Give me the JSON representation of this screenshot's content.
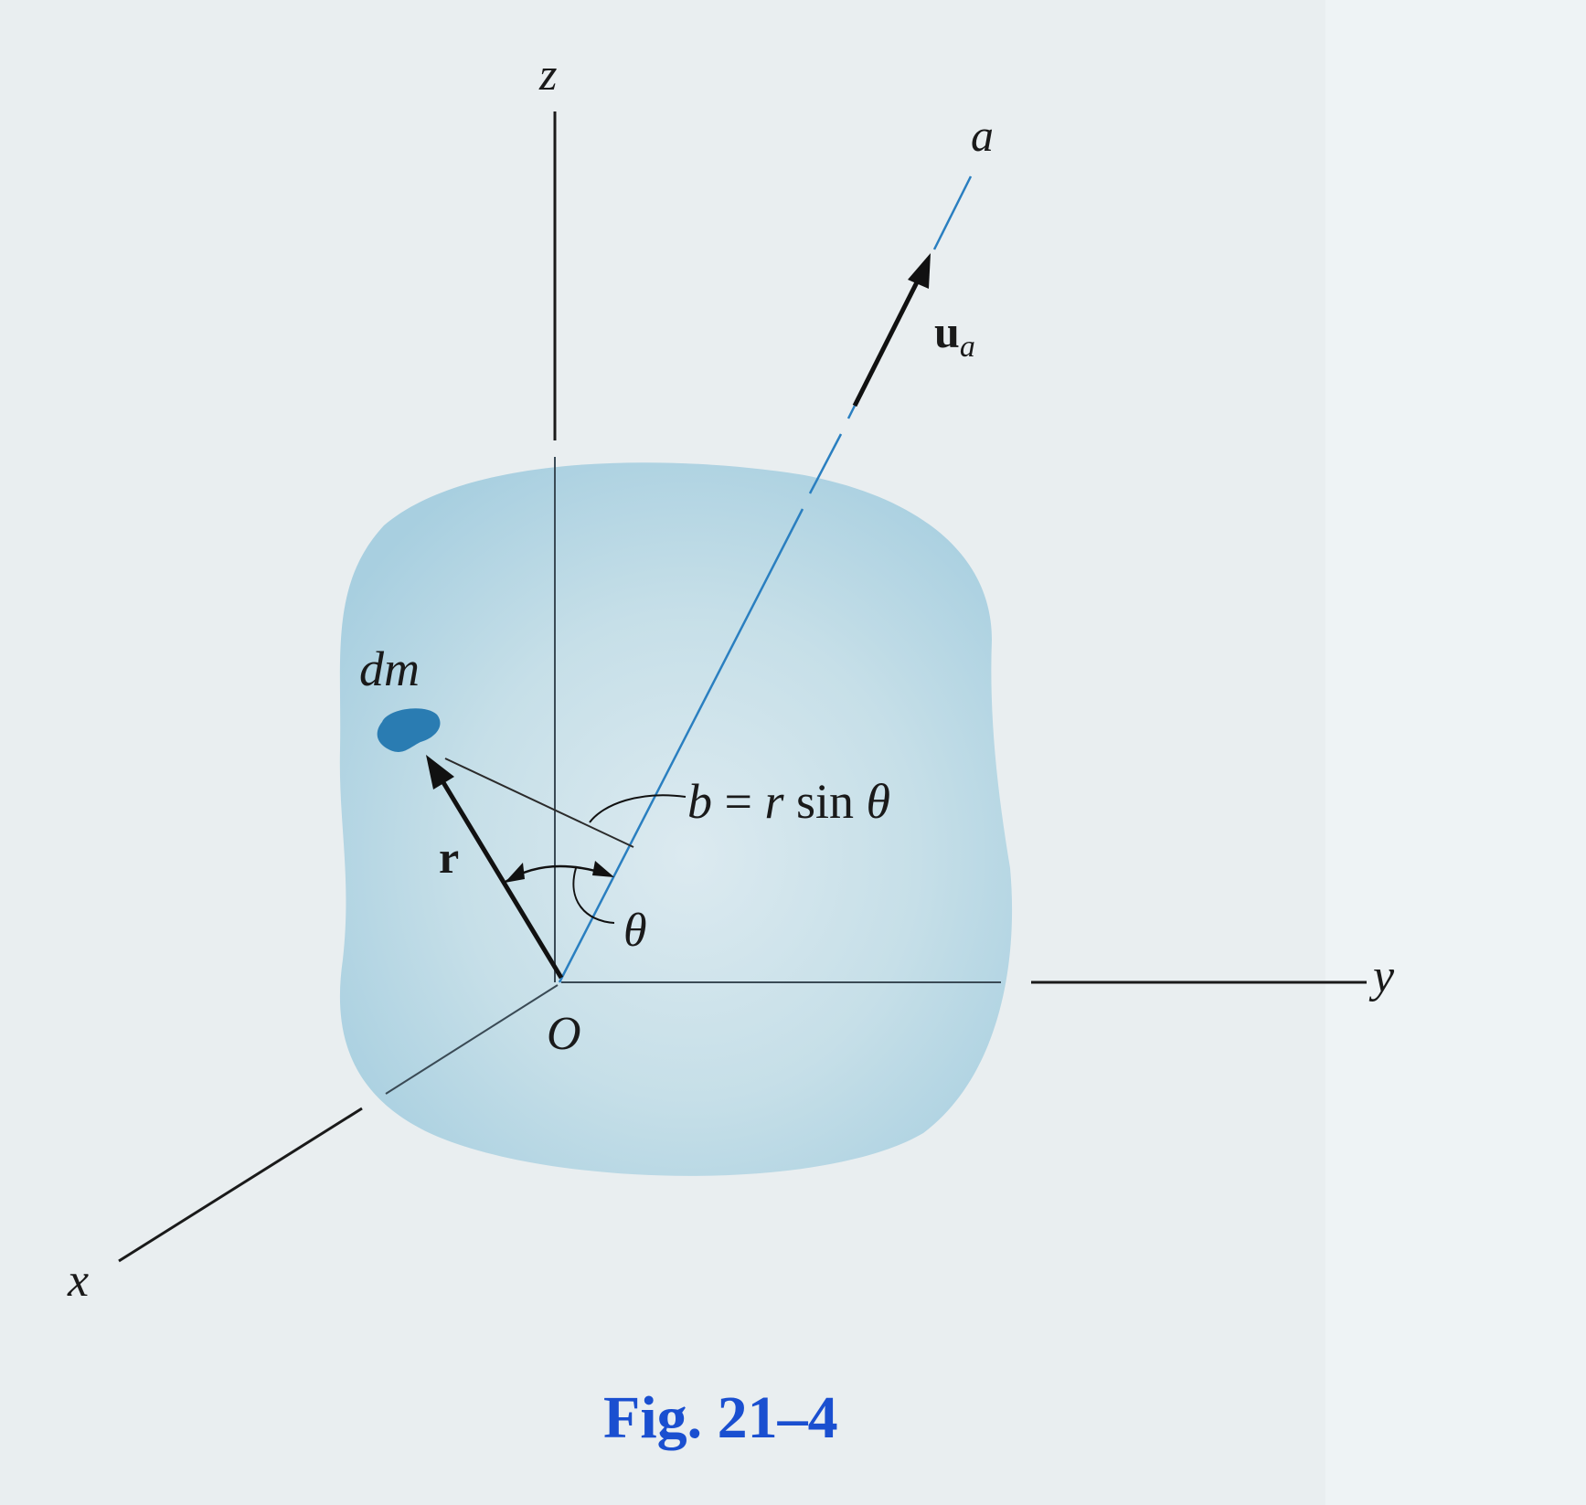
{
  "figure": {
    "axis_labels": {
      "z": "z",
      "x": "x",
      "y": "y",
      "a": "a"
    },
    "origin_label": "O",
    "mass_element_label": "dm",
    "position_vector_label": "r",
    "unit_vector_label": {
      "main": "u",
      "subscript": "a"
    },
    "angle_label": "θ",
    "distance_equation": {
      "lhs": "b",
      "equals": "=",
      "rhs_var": "r",
      "rhs_fn": "sin",
      "rhs_angle": "θ"
    },
    "caption": "Fig. 21–4"
  },
  "colors": {
    "background": "#e9eef0",
    "body_fill": "#b9d6e2",
    "axis_blue": "#2a7fc0",
    "mass_blob": "#2a7cb2",
    "ink": "#1a1a1a",
    "caption_blue": "#1a4fd0"
  }
}
